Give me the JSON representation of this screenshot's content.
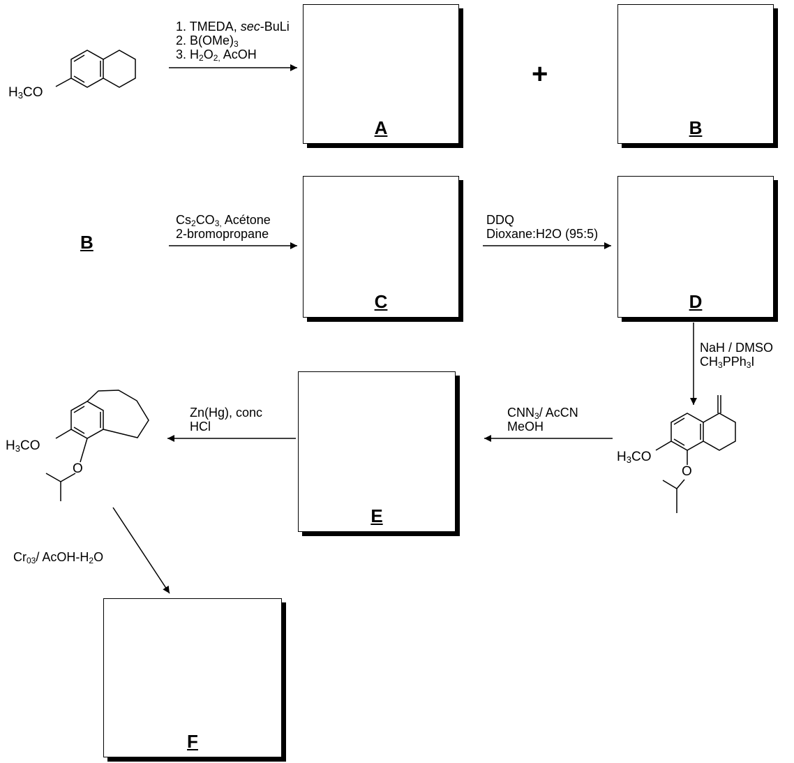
{
  "boxes": {
    "A": "A",
    "B": "B",
    "C": "C",
    "D": "D",
    "E": "E",
    "F": "F"
  },
  "plus": "+",
  "b_reference": "B",
  "conditions": {
    "step1": {
      "line1_num": "1. TMEDA, ",
      "line1_italic": "sec",
      "line1_rest": "-BuLi",
      "line2_a": "2. B(OMe)",
      "line2_sub": "3",
      "line3_a": "3. H",
      "line3_sub1": "2",
      "line3_b": "O",
      "line3_sub2": "2,",
      "line3_c": " AcOH"
    },
    "step2": {
      "line1_a": "Cs",
      "line1_sub1": "2",
      "line1_b": "CO",
      "line1_sub2": "3,",
      "line1_c": " Acétone",
      "line2": "2-bromopropane"
    },
    "step3": {
      "line1": "DDQ",
      "line2": "Dioxane:H2O (95:5)"
    },
    "step4": {
      "line1": "NaH / DMSO",
      "line2_a": "CH",
      "line2_sub1": "3",
      "line2_b": "PPh",
      "line2_sub2": "3",
      "line2_c": "I"
    },
    "step5": {
      "line1_a": "CNN",
      "line1_sub": "3",
      "line1_b": "/ AcCN",
      "line2": "MeOH"
    },
    "step6": {
      "line1": "Zn(Hg), conc",
      "line2": "HCl"
    },
    "step7": {
      "a": "Cr",
      "sub1": "03",
      "b": "/ AcOH-H",
      "sub2": "2",
      "c": "O"
    }
  },
  "molecule_labels": {
    "start_a": "H",
    "start_sub": "3",
    "start_b": "CO",
    "alkene_a": "H",
    "alkene_sub": "3",
    "alkene_b": "CO",
    "alkene_o": "O",
    "benzo_a": "H",
    "benzo_sub": "3",
    "benzo_b": "CO",
    "benzo_o": "O"
  }
}
